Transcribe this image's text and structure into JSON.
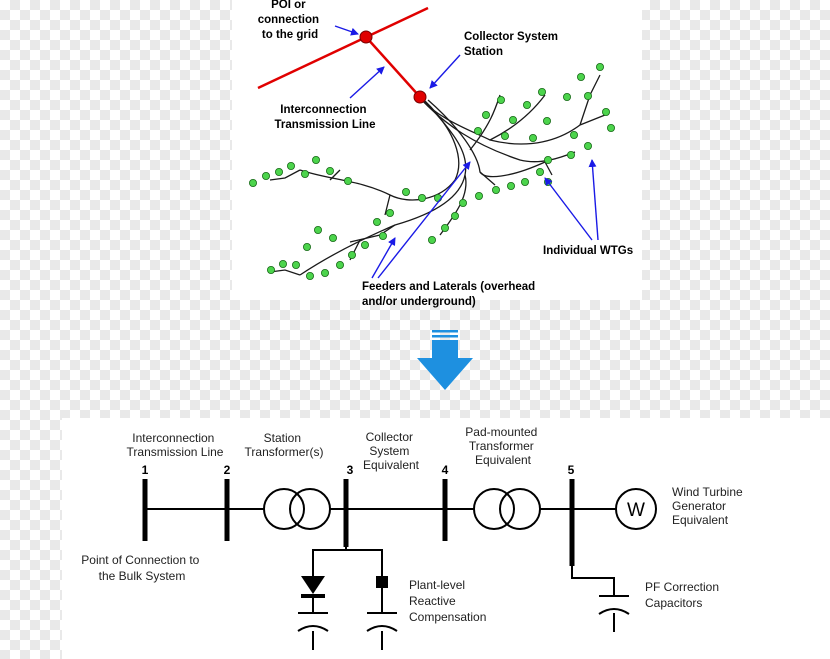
{
  "top_diagram": {
    "poi_label": [
      "POI or",
      "connection",
      "to the grid"
    ],
    "station_label": [
      "Collector System",
      "Station"
    ],
    "line_label": [
      "Interconnection",
      "Transmission Line"
    ],
    "wtg_label": "Individual WTGs",
    "feeders_label": [
      "Feeders and Laterals (overhead",
      "and/or underground)"
    ]
  },
  "arrow_color": "#1e90e0",
  "colors": {
    "grid_line": "#e00000",
    "wtg": "#4cd44c",
    "annot_arrow": "#1a1ae6"
  },
  "one_line": {
    "buses": [
      {
        "number": "1",
        "label_top": [
          "Interconnection",
          "Transmission Line"
        ]
      },
      {
        "number": "2",
        "label_top": [
          "Station",
          "Transformer(s)"
        ]
      },
      {
        "number": "3",
        "label_top": [
          "Collector",
          "System",
          "Equivalent"
        ]
      },
      {
        "number": "4",
        "label_top": [
          "Pad-mounted",
          "Transformer",
          "Equivalent"
        ]
      },
      {
        "number": "5",
        "label_top": []
      }
    ],
    "generator_symbol": "W",
    "generator_label": [
      "Wind Turbine",
      "Generator",
      "Equivalent"
    ],
    "poc_label": [
      "Point of Connection to",
      "the Bulk System"
    ],
    "plant_comp_label": [
      "Plant-level",
      "Reactive",
      "Compensation"
    ],
    "pf_cap_label": [
      "PF Correction",
      "Capacitors"
    ]
  }
}
